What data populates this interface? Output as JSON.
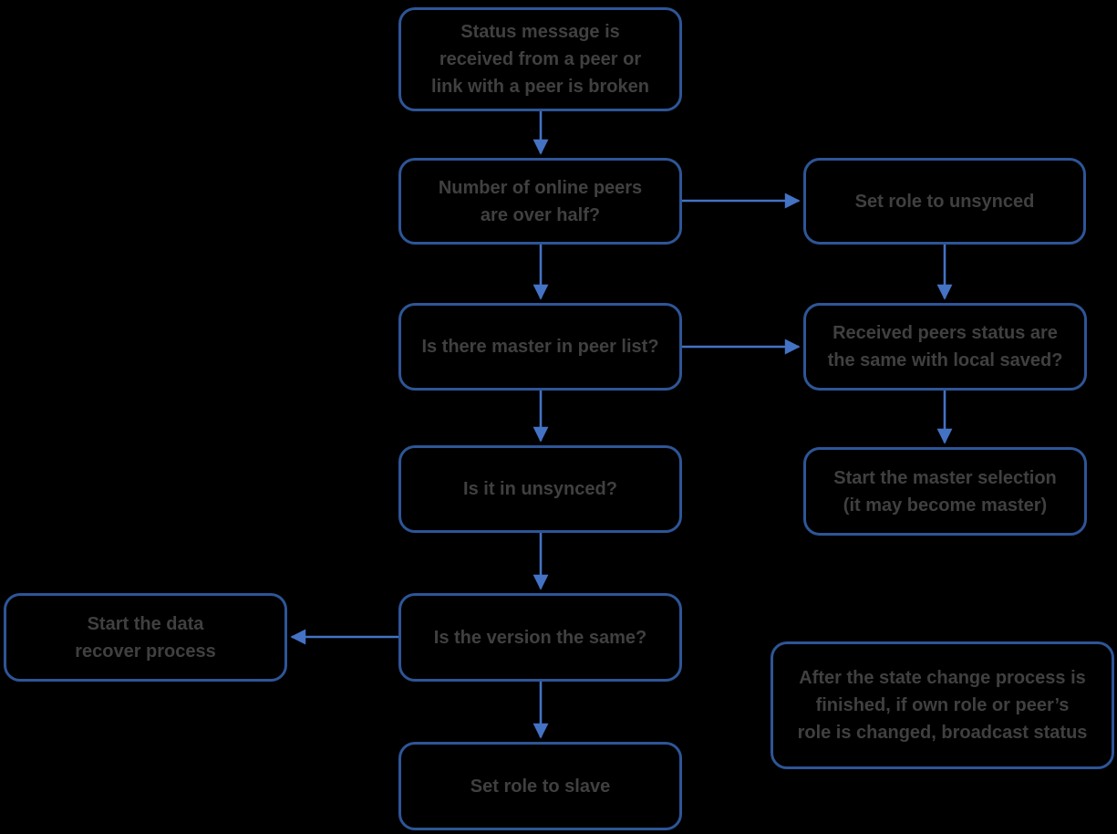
{
  "colors": {
    "background": "#000000",
    "node_border": "#2E5597",
    "arrow": "#4472C4",
    "text": "#404040"
  },
  "diagram": {
    "type": "flowchart",
    "nodes": [
      {
        "id": "status-received",
        "label": "Status message is\nreceived from a peer or\nlink with a peer is broken"
      },
      {
        "id": "peers-over-half",
        "label": "Number of online peers\nare over half?"
      },
      {
        "id": "set-role-unsynced",
        "label": "Set role to unsynced"
      },
      {
        "id": "master-in-list",
        "label": "Is there master in peer list?"
      },
      {
        "id": "status-same-local",
        "label": "Received peers status are\nthe same with local saved?"
      },
      {
        "id": "is-in-unsynced",
        "label": "Is it in unsynced?"
      },
      {
        "id": "master-selection",
        "label": "Start the master selection\n(it may become master)"
      },
      {
        "id": "version-same",
        "label": "Is the version the same?"
      },
      {
        "id": "data-recover",
        "label": "Start the data\nrecover process"
      },
      {
        "id": "set-role-slave",
        "label": "Set role to slave"
      },
      {
        "id": "broadcast-note",
        "label": "After the state change process is\nfinished, if own role or peer’s\nrole is changed, broadcast status"
      }
    ],
    "edges": [
      {
        "from": "status-received",
        "to": "peers-over-half"
      },
      {
        "from": "peers-over-half",
        "to": "set-role-unsynced"
      },
      {
        "from": "peers-over-half",
        "to": "master-in-list"
      },
      {
        "from": "set-role-unsynced",
        "to": "status-same-local"
      },
      {
        "from": "master-in-list",
        "to": "status-same-local"
      },
      {
        "from": "master-in-list",
        "to": "is-in-unsynced"
      },
      {
        "from": "status-same-local",
        "to": "master-selection"
      },
      {
        "from": "is-in-unsynced",
        "to": "version-same"
      },
      {
        "from": "version-same",
        "to": "data-recover"
      },
      {
        "from": "version-same",
        "to": "set-role-slave"
      }
    ]
  }
}
